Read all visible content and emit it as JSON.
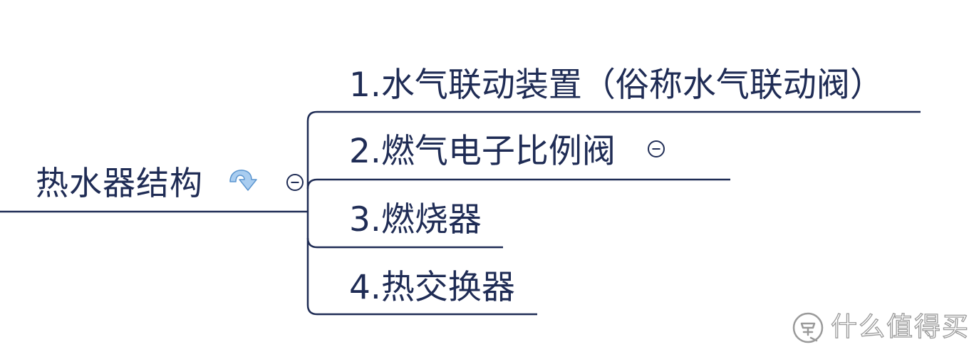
{
  "mindmap": {
    "root": {
      "label": "热水器结构",
      "marker_icon": "redo-arrow-icon",
      "collapse_icon": "collapse-minus-icon"
    },
    "branches": [
      {
        "label": "1.水气联动装置（俗称水气联动阀）"
      },
      {
        "label": "2.燃气电子比例阀",
        "collapse_icon": "collapse-minus-icon"
      },
      {
        "label": "3.燃烧器"
      },
      {
        "label": "4.热交换器"
      }
    ]
  },
  "watermark": {
    "text": "什么值得买",
    "logo_icon": "smzdm-logo-icon"
  },
  "colors": {
    "line": "#1f2c55",
    "text": "#1f2c55",
    "arrow": "#6aa6d8",
    "watermark": "#9a9a9a"
  }
}
